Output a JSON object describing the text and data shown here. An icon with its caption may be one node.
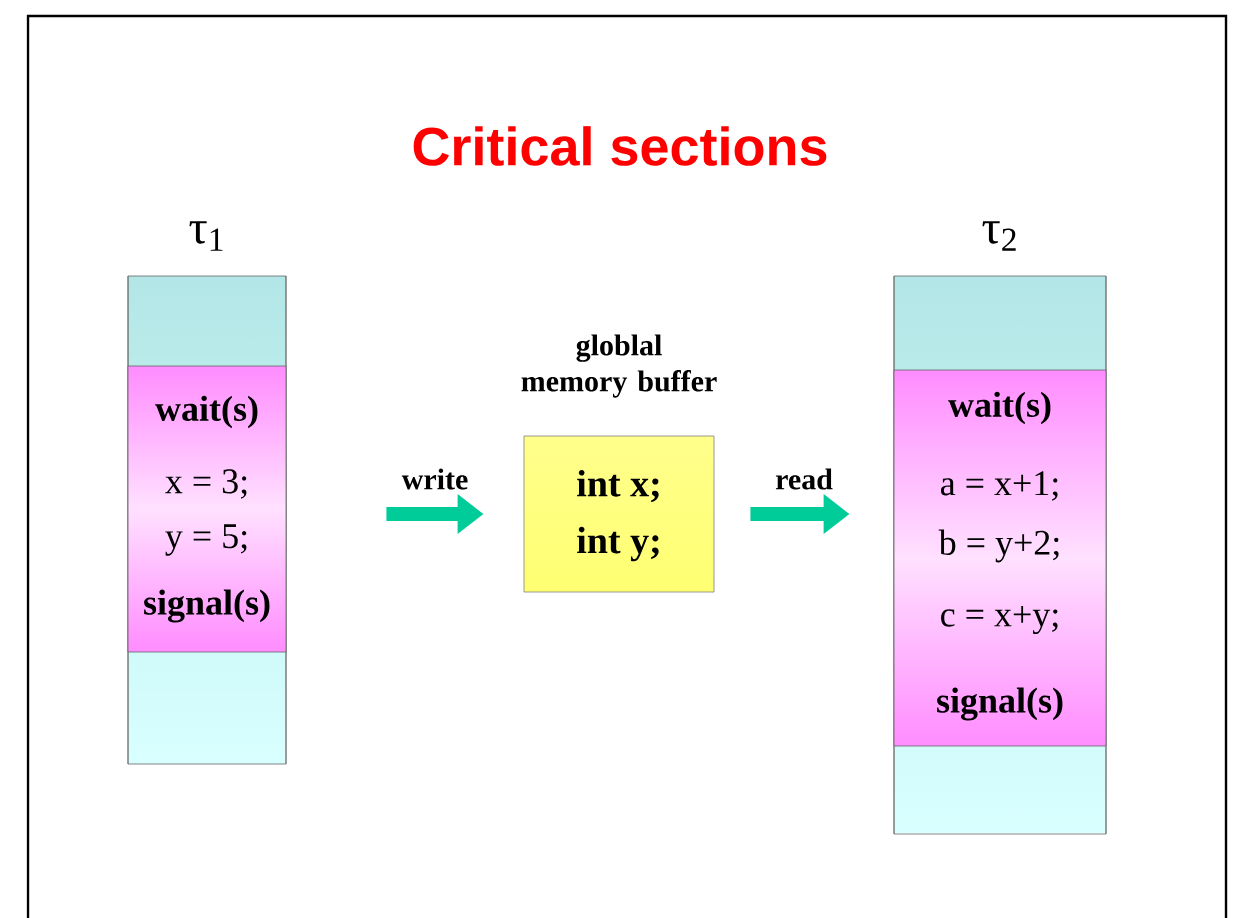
{
  "diagram": {
    "title": "Critical sections",
    "nodes": [
      {
        "text": [
          "τ$_{1}$"
        ]
      },
      {
        "text": [
          "wait(s)",
          "x = 3;",
          "y = 5;",
          "signal(s)"
        ],
        "in": 0
      },
      {
        "text": [
          "τ$_{2}$"
        ]
      },
      {
        "text": [
          "wait(s)",
          "a = x+1;",
          "b = y+2;",
          "c = x+y;",
          "signal(s)"
        ],
        "in": 2
      },
      {
        "text": [
          "globlal memory buffer",
          "int x;",
          "int y;"
        ]
      }
    ],
    "edges": [
      {
        "from": 1,
        "to": 4,
        "arrow": "to",
        "label": "write"
      },
      {
        "from": 4,
        "to": 3,
        "arrow": "to",
        "label": "read"
      }
    ]
  }
}
